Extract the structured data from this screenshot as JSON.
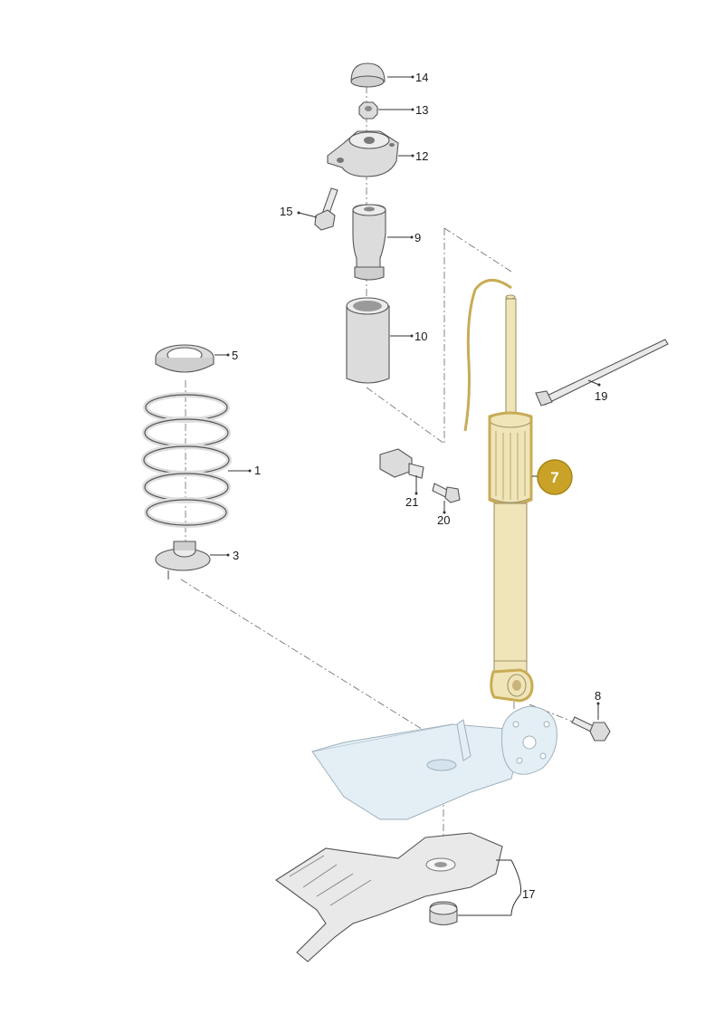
{
  "callouts": {
    "c1": "1",
    "c3": "3",
    "c5": "5",
    "c7": "7",
    "c8": "8",
    "c9": "9",
    "c10": "10",
    "c12": "12",
    "c13": "13",
    "c14": "14",
    "c15": "15",
    "c17": "17",
    "c19": "19",
    "c20": "20",
    "c21": "21"
  },
  "colors": {
    "highlight": "#c9a227",
    "highlight_part": "#f0e5b8",
    "part_grey": "#dcdcdc",
    "axle_blue": "#e4eef5"
  },
  "highlighted_part": "7"
}
